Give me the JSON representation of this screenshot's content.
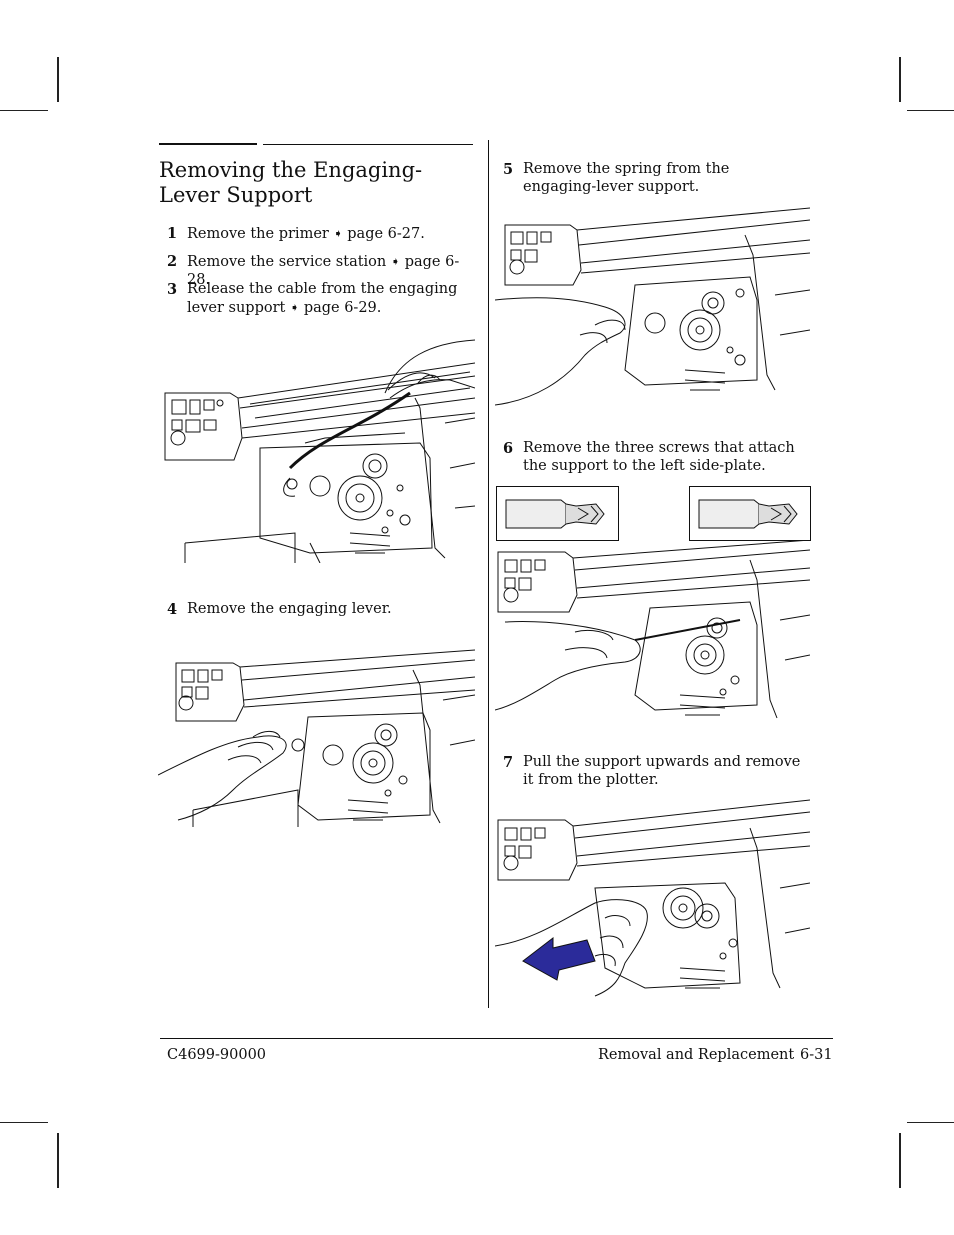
{
  "page": {
    "title": "Removing the Engaging-Lever Support",
    "steps_left": [
      {
        "num": "1",
        "text": "Remove the primer",
        "ref": "page 6-27."
      },
      {
        "num": "2",
        "text": "Remove the service station",
        "ref": "page 6-28."
      },
      {
        "num": "3",
        "text": "Release the cable from the engaging lever support",
        "ref": "page 6-29."
      },
      {
        "num": "4",
        "text": "Remove the engaging lever."
      }
    ],
    "steps_right": [
      {
        "num": "5",
        "text": "Remove the spring from the engaging-lever support."
      },
      {
        "num": "6",
        "text": "Remove the three screws that attach the support to the left side-plate."
      },
      {
        "num": "7",
        "text": "Pull the support upwards and remove it from the plotter."
      }
    ],
    "arrow_glyph": "➧",
    "footer": {
      "doc_number": "C4699-90000",
      "section": "Removal and Replacement",
      "page_number": "6-31"
    },
    "colors": {
      "arrow_blue": "#2b2b9a",
      "line": "#111111"
    }
  }
}
